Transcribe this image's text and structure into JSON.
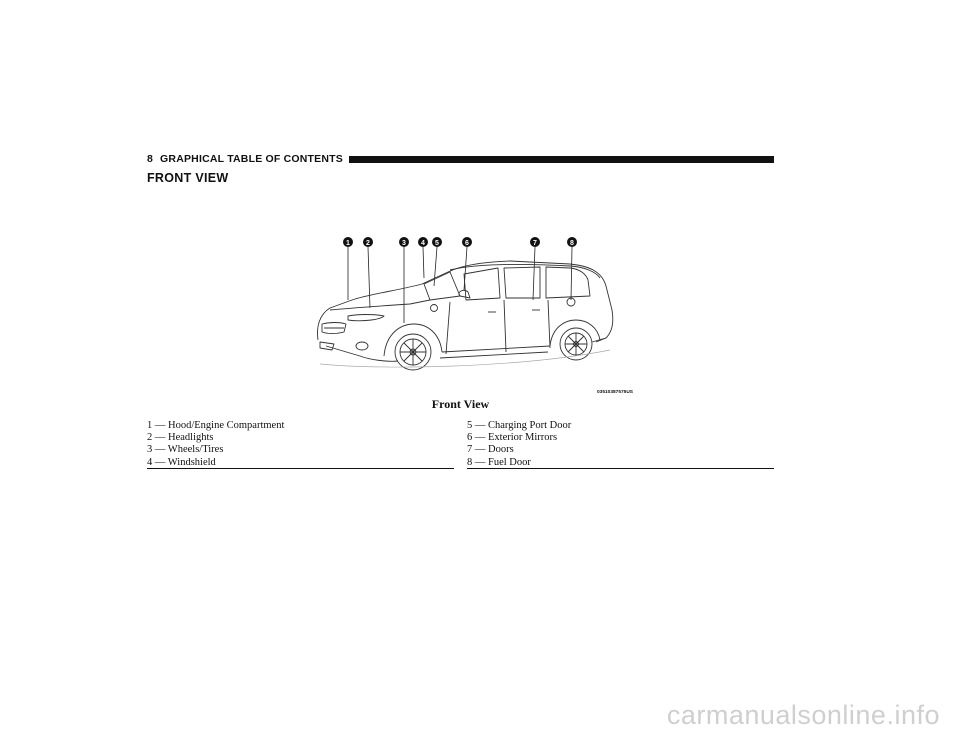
{
  "header": {
    "page_number": "8",
    "section_name": "GRAPHICAL TABLE OF CONTENTS"
  },
  "title": "FRONT VIEW",
  "figure": {
    "callouts": [
      "1",
      "2",
      "3",
      "4",
      "5",
      "6",
      "7",
      "8"
    ],
    "image_code": "03510387575US",
    "caption": "Front View"
  },
  "legend": {
    "left": [
      "1 — Hood/Engine Compartment",
      "2 — Headlights",
      "3 — Wheels/Tires",
      "4 — Windshield"
    ],
    "right": [
      "5 — Charging Port Door",
      "6 — Exterior Mirrors",
      "7 — Doors",
      "8 — Fuel Door"
    ]
  },
  "watermark": "carmanualsonline.info"
}
